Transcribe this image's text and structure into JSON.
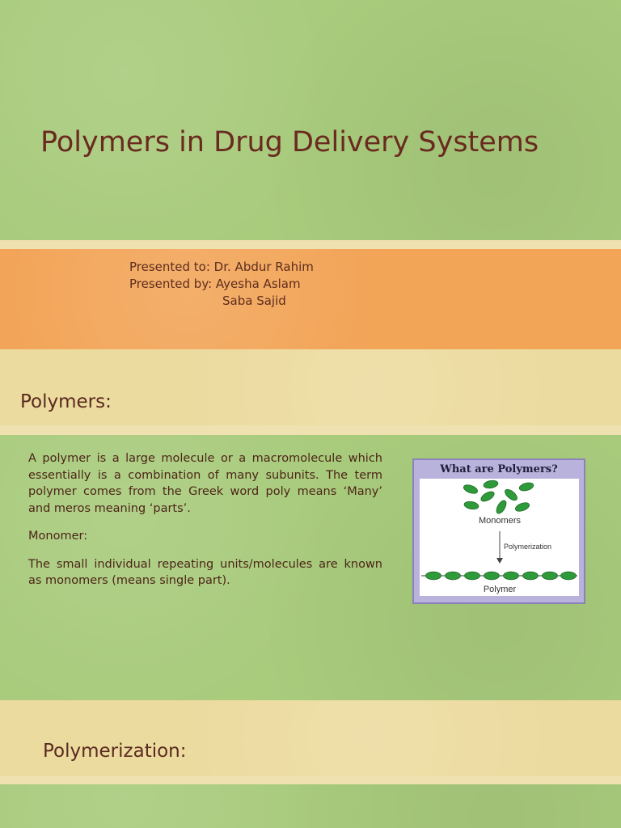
{
  "slide1": {
    "title": "Polymers in Drug Delivery Systems",
    "presented_to": "Presented to: Dr. Abdur Rahim",
    "presented_by": "Presented by: Ayesha Aslam",
    "co_presenter": "Saba Sajid"
  },
  "slide2": {
    "heading": "Polymers:",
    "paragraph1": "A polymer is a large molecule or a macromolecule which essentially is a combination of many subunits. The term polymer comes from the Greek word poly means ‘Many’ and meros meaning ‘parts’.",
    "monomer_label": "Monomer:",
    "paragraph2": "The small individual repeating units/molecules are known as monomers (means single part).",
    "figure": {
      "title": "What are Polymers?",
      "monomers_label": "Monomers",
      "process_label": "Polymerization",
      "polymer_label": "Polymer",
      "bead_color": "#2f9a3a"
    }
  },
  "slide3": {
    "heading": "Polymerization:"
  }
}
